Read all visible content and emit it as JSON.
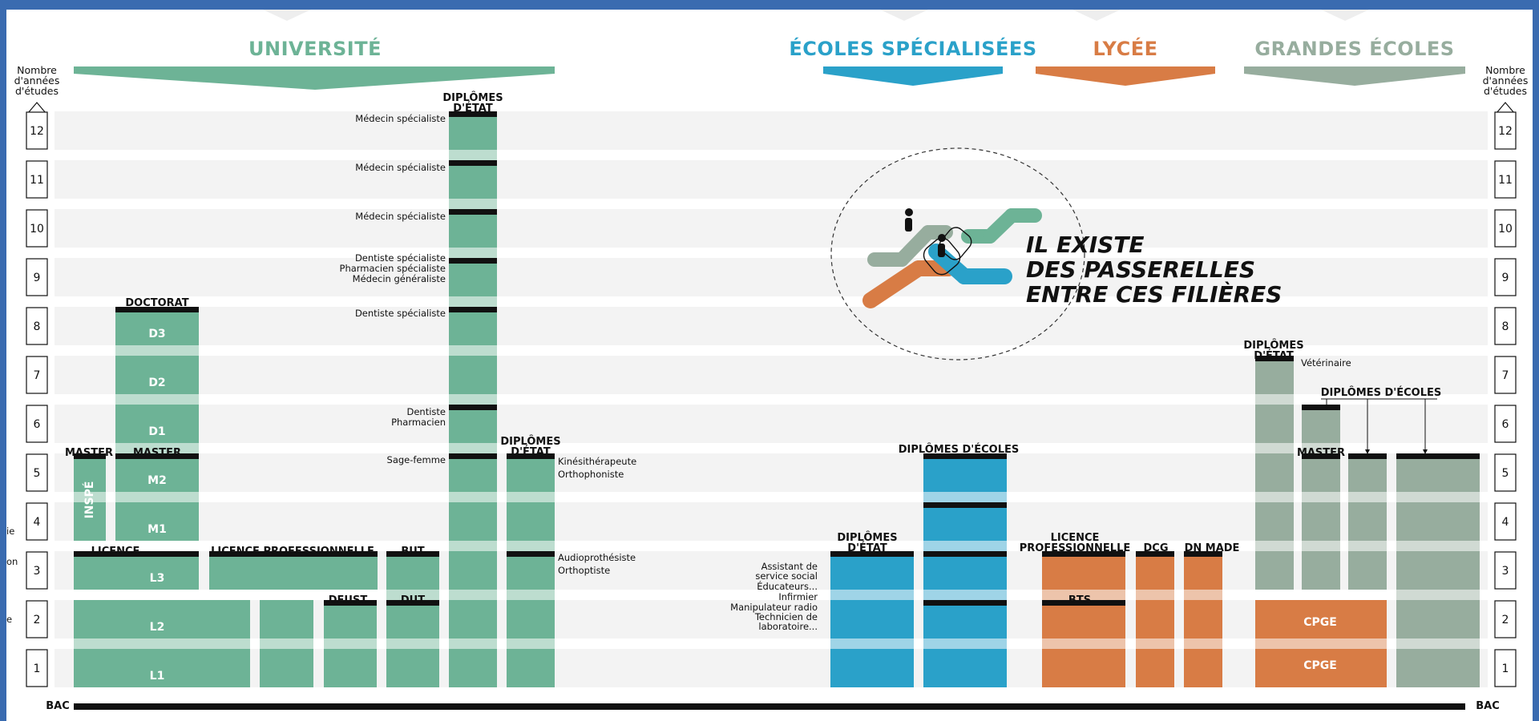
{
  "sections": {
    "universite": "UNIVERSITÉ",
    "ecoles": "ÉCOLES SPÉCIALISÉES",
    "lycee": "LYCÉE",
    "grandes": "GRANDES ÉCOLES"
  },
  "colors": {
    "universite": "#6db396",
    "ecoles": "#2aa1c9",
    "lycee": "#d87c45",
    "grandes": "#97ad9e"
  },
  "axis": {
    "title_lines": [
      "Nombre",
      "d'années",
      "d'études"
    ],
    "years": [
      "12",
      "11",
      "10",
      "9",
      "8",
      "7",
      "6",
      "5",
      "4",
      "3",
      "2",
      "1"
    ],
    "baseline": "BAC"
  },
  "columns": {
    "doctorat": "DOCTORAT",
    "master": "MASTER",
    "inspe": "INSPÉ",
    "licence": "LICENCE",
    "licence_pro": "LICENCE PROFESSIONNELLE",
    "but": "BUT",
    "deust": "DEUST",
    "dut": "DUT",
    "diplomes_etat_1": "DIPLÔMES",
    "diplomes_etat_2": "D'ÉTAT",
    "ds_header": "DIPLÔMES D'ÉCOLES",
    "lycee_lp_1": "LICENCE",
    "lycee_lp_2": "PROFESSIONNELLE",
    "dcg": "DCG",
    "dnmade": "DN MADE",
    "bts": "BTS",
    "cpge": "CPGE",
    "ge_master": "MASTER",
    "ge_diplomes_ecoles": "DIPLÔMES D'ÉCOLES"
  },
  "bar_labels": {
    "d3": "D3",
    "d2": "D2",
    "d1": "D1",
    "m2": "M2",
    "m1": "M1",
    "l3": "L3",
    "l2": "L2",
    "l1": "L1"
  },
  "health_labels": [
    "Médecin spécialiste",
    "Médecin spécialiste",
    "Médecin spécialiste",
    "Dentiste spécialiste",
    "Pharmacien spécialiste",
    "Médecin généraliste",
    "Dentiste spécialiste",
    "Dentiste",
    "Pharmacien",
    "Sage-femme"
  ],
  "paramed_labels": [
    "Kinésithérapeute",
    "Orthophoniste",
    "Audioprothésiste",
    "Orthoptiste"
  ],
  "ecoles_labels": [
    "Assistant de",
    "service social",
    "Éducateurs...",
    "Infirmier",
    "Manipulateur radio",
    "Technicien de",
    "laboratoire..."
  ],
  "veterinaire": "Vétérinaire",
  "passerelles": [
    "IL EXISTE",
    "DES PASSERELLES",
    "ENTRE CES FILIÈRES"
  ],
  "edge_fragments": [
    "ie",
    "on",
    "e"
  ]
}
